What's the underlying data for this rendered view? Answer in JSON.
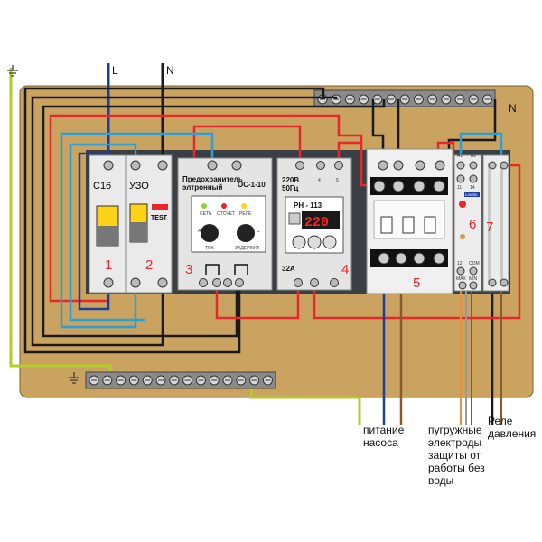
{
  "terminals": {
    "phase": "L",
    "neutral": "N",
    "neutral_bus": "N"
  },
  "modules": {
    "breaker": {
      "label": "C16",
      "number": "1"
    },
    "rcd": {
      "label": "УЗО",
      "button": "TEST",
      "number": "2"
    },
    "dry_run_guard": {
      "title_line1": "Предохранитель",
      "title_line2": "элтронный",
      "model": "ОС-1-10",
      "led1": "СЕТЬ",
      "led2": "ОТСЧЕТ",
      "led3": "РЕЛЕ",
      "knob1": "ТОК",
      "knob2": "ЗАДЕРЖКА",
      "knob1_mark_a": "А",
      "knob2_mark_c": "С",
      "number": "3"
    },
    "voltage_relay": {
      "top_label1": "220В",
      "top_label2": "50Гц",
      "top_pin1": "4",
      "top_pin2": "5",
      "model": "РН - 113",
      "display_value": "220",
      "bottom_label": "32А",
      "number": "4"
    },
    "contactor": {
      "number": "5"
    },
    "level_relay": {
      "terminal_a1": "A1",
      "terminal_a2": "A2",
      "terminal_11": "11",
      "terminal_14": "14",
      "terminal_12": "12",
      "terminal_com": "COM",
      "terminal_max": "MAX",
      "terminal_min": "MIN",
      "brand": "Lovato",
      "number": "6"
    },
    "pressure_relay_block": {
      "number": "7"
    }
  },
  "captions": {
    "pump_supply_line1": "питание",
    "pump_supply_line2": "насоса",
    "electrodes_line1": "пугружные",
    "electrodes_line2": "электроды",
    "electrodes_line3": "защиты от",
    "electrodes_line4": "работы без",
    "electrodes_line5": "воды",
    "pressure_relay_line1": "Реле",
    "pressure_relay_line2": "давления"
  },
  "colors": {
    "board": "#c8a060",
    "phase_wire": "#1a3fa0",
    "neutral_wire": "#1a1a1a",
    "red_wire": "#e8262b",
    "light_blue_wire": "#2aa0d8",
    "ground_wire": "#b3cc2a",
    "brown_wire": "#8a5a2a",
    "orange_wire": "#e89040",
    "module_number": "#e8262b"
  }
}
